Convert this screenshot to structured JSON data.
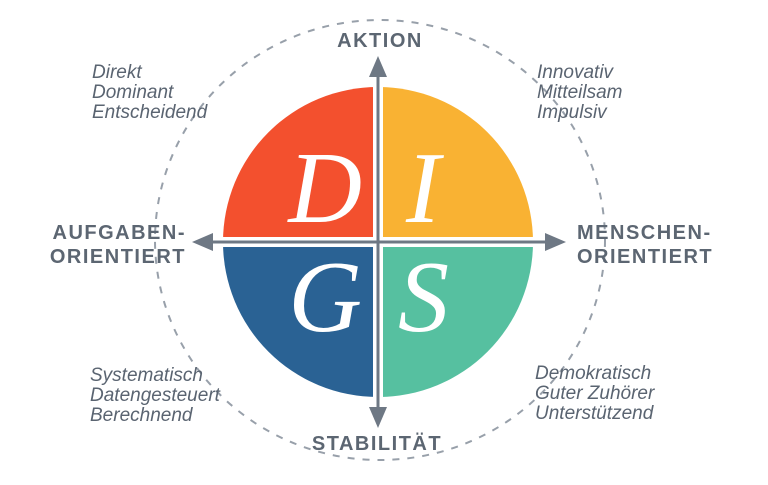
{
  "diagram": {
    "axis_labels": {
      "top": "AKTION",
      "bottom": "STABILITÄT",
      "left": [
        "AUFGABEN-",
        "ORIENTIERT"
      ],
      "right": [
        "MENSCHEN-",
        "ORIENTIERT"
      ]
    },
    "quadrants": [
      {
        "letter": "D",
        "color": "#F3502E",
        "traits": [
          "Direkt",
          "Dominant",
          "Entscheidend"
        ]
      },
      {
        "letter": "I",
        "color": "#F9B233",
        "traits": [
          "Innovativ",
          "Mitteilsam",
          "Impulsiv"
        ]
      },
      {
        "letter": "G",
        "color": "#2A6294",
        "traits": [
          "Systematisch",
          "Datengesteuert",
          "Berechnend"
        ]
      },
      {
        "letter": "S",
        "color": "#56C0A0",
        "traits": [
          "Demokratisch",
          "Guter Zuhörer",
          "Unterstützend"
        ]
      }
    ],
    "colors": {
      "axis": "#6E7884",
      "label_text": "#5C6672",
      "trait_text": "#5A6471",
      "dashed_circle": "#98A0AA",
      "letter": "#FFFFFF",
      "background": "#FFFFFF"
    }
  }
}
